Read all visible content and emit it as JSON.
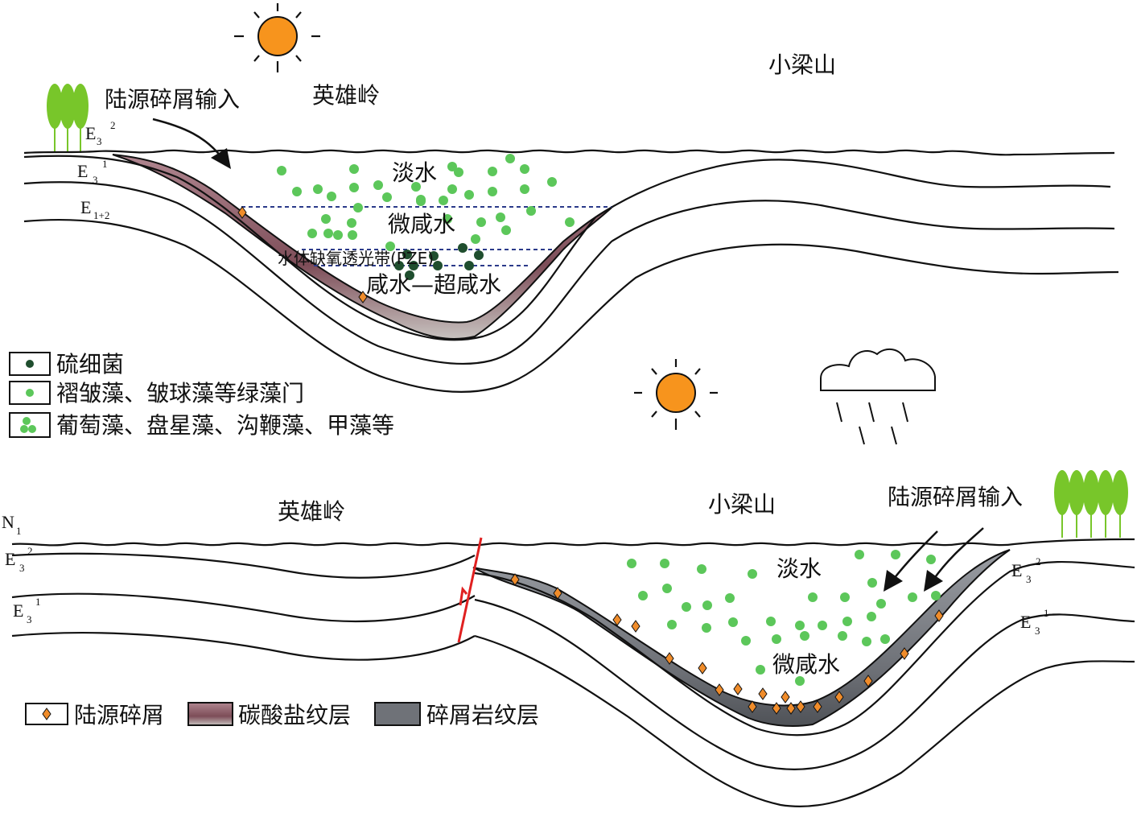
{
  "colors": {
    "sun": "#f7941d",
    "green_algae": "#5cc75a",
    "bacteria": "#1f4e2e",
    "carbonate": "#8a5a64",
    "clastic": "#7f8288",
    "fault": "#e02020",
    "tree": "#78c62a",
    "detritus": "#f08c2a"
  },
  "top": {
    "detritus_input": "陆源碎屑输入",
    "yingxiongling": "英雄岭",
    "xiaoliangshan": "小梁山",
    "fresh_water": "淡水",
    "brackish_water": "微咸水",
    "pze": "水体缺氧透光带(PZE)",
    "saline_water": "咸水—超咸水",
    "strata": [
      {
        "base": "E",
        "sub": "3",
        "sup": "2"
      },
      {
        "base": "E",
        "sub": "3",
        "sup": "1"
      },
      {
        "base": "E",
        "sub": "1+2",
        "sup": ""
      }
    ]
  },
  "legend_top": {
    "items": [
      {
        "label": "硫细菌",
        "icon": "dark-dot"
      },
      {
        "label": "褶皱藻、皱球藻等绿藻门",
        "icon": "green-dot"
      },
      {
        "label": "葡萄藻、盘星藻、沟鞭藻、甲藻等",
        "icon": "green-cluster"
      }
    ]
  },
  "bottom": {
    "yingxiongling": "英雄岭",
    "xiaoliangshan": "小梁山",
    "detritus_input": "陆源碎屑输入",
    "fresh_water": "淡水",
    "brackish_water": "微咸水",
    "strata_left": [
      {
        "base": "N",
        "sub": "1",
        "sup": ""
      },
      {
        "base": "E",
        "sub": "3",
        "sup": "2"
      },
      {
        "base": "E",
        "sub": "3",
        "sup": "1"
      }
    ],
    "strata_right": [
      {
        "base": "E",
        "sub": "3",
        "sup": "2"
      },
      {
        "base": "E",
        "sub": "3",
        "sup": "1"
      }
    ]
  },
  "legend_bottom": {
    "items": [
      {
        "label": "陆源碎屑",
        "icon": "diamond"
      },
      {
        "label": "碳酸盐纹层",
        "icon": "carbonate-swatch"
      },
      {
        "label": "碎屑岩纹层",
        "icon": "clastic-swatch"
      }
    ]
  }
}
